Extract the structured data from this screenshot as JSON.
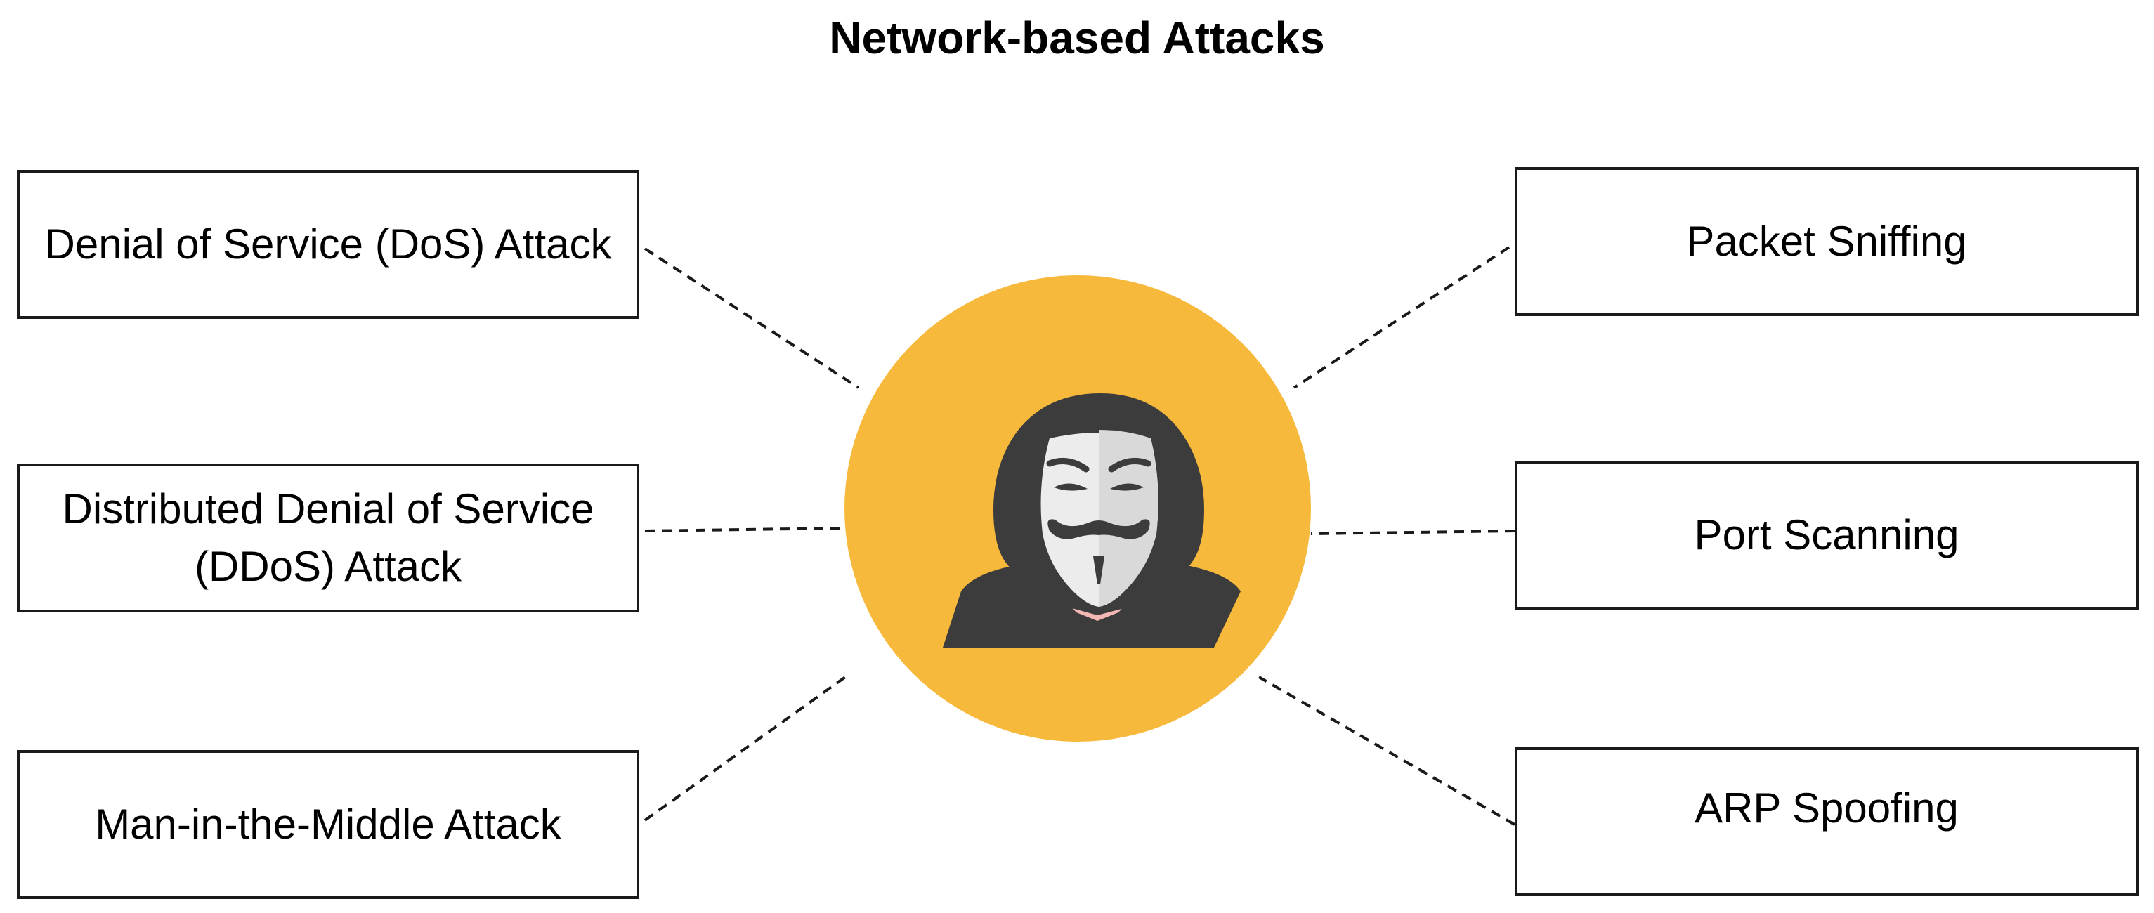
{
  "title": "Network-based Attacks",
  "center_icon": "hacker-mask-icon",
  "colors": {
    "hub": "#f6b93b",
    "hood": "#3c3c3c",
    "mask": "#ececec",
    "mask_shadow": "#d9d9d9",
    "neck": "#f2b8b5",
    "connector": "#1a1a1a"
  },
  "nodes": {
    "left": [
      {
        "label": "Denial of Service (DoS) Attack"
      },
      {
        "label": "Distributed Denial of Service (DDoS) Attack"
      },
      {
        "label": "Man-in-the-Middle Attack"
      }
    ],
    "right": [
      {
        "label": "Packet Sniffing"
      },
      {
        "label": "Port Scanning"
      },
      {
        "label": "ARP Spoofing"
      }
    ]
  }
}
